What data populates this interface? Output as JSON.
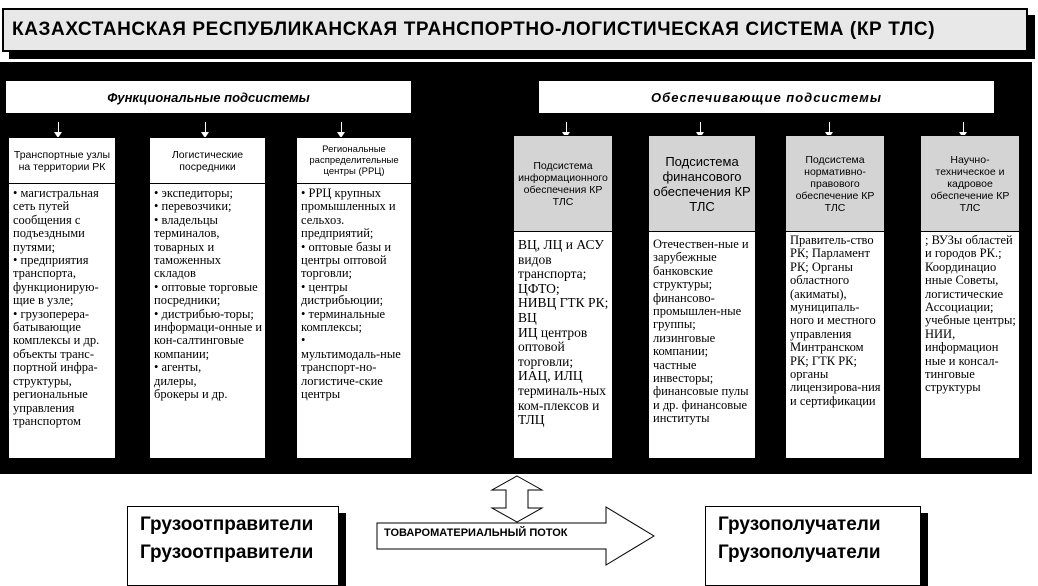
{
  "title": "КАЗАХСТАНСКАЯ РЕСПУБЛИКАНСКАЯ ТРАНСПОРТНО-ЛОГИСТИЧЕСКАЯ СИСТЕМА (КР ТЛС)",
  "functional_header": "Функциональные подсистемы",
  "supporting_header": "Обеспечивающие подсистемы",
  "columns": [
    {
      "head": "Транспортные узлы на территории РК",
      "body": "• магистральная сеть путей сообщения с подъездными путями;\n• предприятия транспорта, функционирую-щие в узле;\n• грузоперера-батывающие комплексы и др. объекты транс-портной инфра-структуры,\n  региональные управления транспортом"
    },
    {
      "head": "Логистические посредники",
      "body": "• экспедиторы;\n• перевозчики;\n• владельцы терминалов, товарных и таможенных складов\n• оптовые торговые посредники;\n• дистрибью-торы;\n  информаци-онные и кон-салтинговые компании;\n• агенты,\n  дилеры,\n  брокеры и др."
    },
    {
      "head": "Региональные распределительные центры (РРЦ)",
      "body": "• РРЦ крупных промышленных и сельхоз. предприятий;\n• оптовые базы и центры оптовой торговли;\n• центры дистрибьюции;\n• терминальные комплексы;\n•\n  мультимодаль-ные транспорт-но-логистиче-ские центры"
    },
    {
      "head": "Подсистема информационного обеспечения КР ТЛС",
      "body": "ВЦ, ЛЦ и АСУ видов транспорта;\nЦФТО;\nНИВЦ ГТК РК; ВЦ\nИЦ центров оптовой торговли;\nИАЦ, ИЛЦ терминаль-ных ком-плексов и ТЛЦ"
    },
    {
      "head": "Подсистема финансового обеспечения КР ТЛС",
      "body": "Отечествен-ные и зарубежные банковские структуры; финансово-промышлен-ные группы; лизинговые компании; частные инвесторы; финансовые пулы и др. финансовые институты"
    },
    {
      "head": "Подсистема нормативно-правового обеспечение КР ТЛС",
      "body": "Правитель-ство РК; Парламент РК; Органы областного (акиматы), муниципаль-ного и местного управления Минтранском РК; ГТК РК; органы лицензирова-ния и сертификации"
    },
    {
      "head": "Научно-техническое и кадровое обеспечение КР ТЛС",
      "body": "; ВУЗы областей и городов РК.; Координацио нные Советы, логистические Ассоциации; учебные центры; НИИ, информацион ные и консал-тинговые структуры"
    }
  ],
  "shippers": "Грузоотправители",
  "consignees": "Грузополучатели",
  "flow_label": "ТОВАРОМАТЕРИАЛЬНЫЙ ПОТОК"
}
